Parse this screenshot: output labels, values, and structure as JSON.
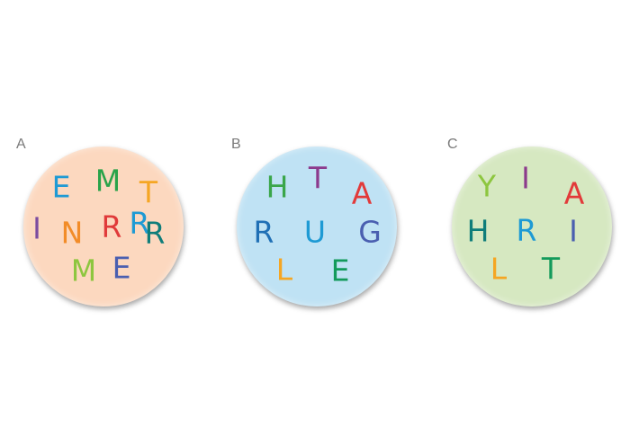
{
  "panels": [
    {
      "label": "A",
      "disc_color": "#fcd8bf",
      "letters": [
        {
          "char": "E",
          "color": "#1e9ad4"
        },
        {
          "char": "M",
          "color": "#2aa34a"
        },
        {
          "char": "T",
          "color": "#f5a623"
        },
        {
          "char": "I",
          "color": "#7b4ca0"
        },
        {
          "char": "N",
          "color": "#f28c28"
        },
        {
          "char": "R",
          "color": "#e03a3a"
        },
        {
          "char": "R",
          "color": "#1e9ad4"
        },
        {
          "char": "R",
          "color": "#0f7d7a"
        },
        {
          "char": "M",
          "color": "#8dc63f"
        },
        {
          "char": "E",
          "color": "#4a5fb0"
        }
      ]
    },
    {
      "label": "B",
      "disc_color": "#bfe2f4",
      "letters": [
        {
          "char": "H",
          "color": "#3aa64a"
        },
        {
          "char": "T",
          "color": "#8c3a8c"
        },
        {
          "char": "A",
          "color": "#e23a3a"
        },
        {
          "char": "R",
          "color": "#1f6fb5"
        },
        {
          "char": "U",
          "color": "#1e9ad4"
        },
        {
          "char": "G",
          "color": "#4a5fb0"
        },
        {
          "char": "L",
          "color": "#f5a623"
        },
        {
          "char": "E",
          "color": "#139a5b"
        }
      ]
    },
    {
      "label": "C",
      "disc_color": "#d6e8c1",
      "letters": [
        {
          "char": "Y",
          "color": "#8dc63f"
        },
        {
          "char": "I",
          "color": "#8c3a8c"
        },
        {
          "char": "A",
          "color": "#e23a3a"
        },
        {
          "char": "H",
          "color": "#0f7d7a"
        },
        {
          "char": "R",
          "color": "#1e9ad4"
        },
        {
          "char": "I",
          "color": "#4a5fb0"
        },
        {
          "char": "L",
          "color": "#f5a623"
        },
        {
          "char": "T",
          "color": "#139a5b"
        }
      ]
    }
  ]
}
